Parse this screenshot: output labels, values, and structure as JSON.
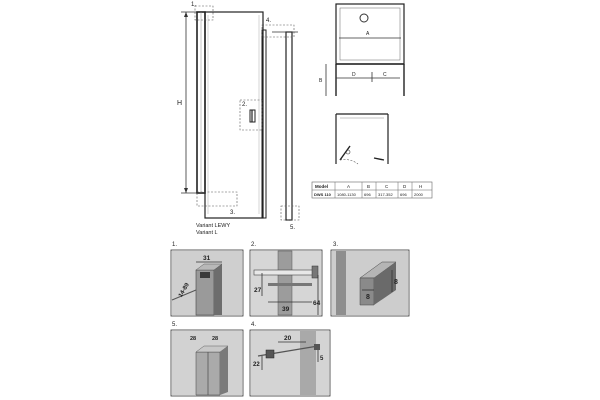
{
  "callouts": {
    "n1": "1.",
    "n2": "2.",
    "n3": "3.",
    "n4": "4.",
    "n5": "5."
  },
  "dimensions": {
    "h": "H",
    "a": "A",
    "b": "B",
    "c": "C",
    "d": "D"
  },
  "variant": {
    "line1": "Variant LEWY",
    "line2": "Variant L"
  },
  "spec_table": {
    "headers": [
      "Model",
      "A",
      "B",
      "C",
      "D",
      "H"
    ],
    "row": [
      "DWS 110",
      "1080-1130",
      "696",
      "317-352",
      "696",
      "2000"
    ]
  },
  "details": {
    "d1": {
      "label": "1.",
      "dim_a": "31",
      "dim_b": "14-89"
    },
    "d2": {
      "label": "2.",
      "dim_a": "27",
      "dim_b": "39",
      "dim_c": "64"
    },
    "d3": {
      "label": "3.",
      "dim_a": "8",
      "dim_b": "8"
    },
    "d5": {
      "label": "5.",
      "dim_a": "28",
      "dim_b": "28"
    },
    "d4": {
      "label": "4.",
      "dim_a": "20",
      "dim_b": "22",
      "dim_c": "5"
    }
  }
}
